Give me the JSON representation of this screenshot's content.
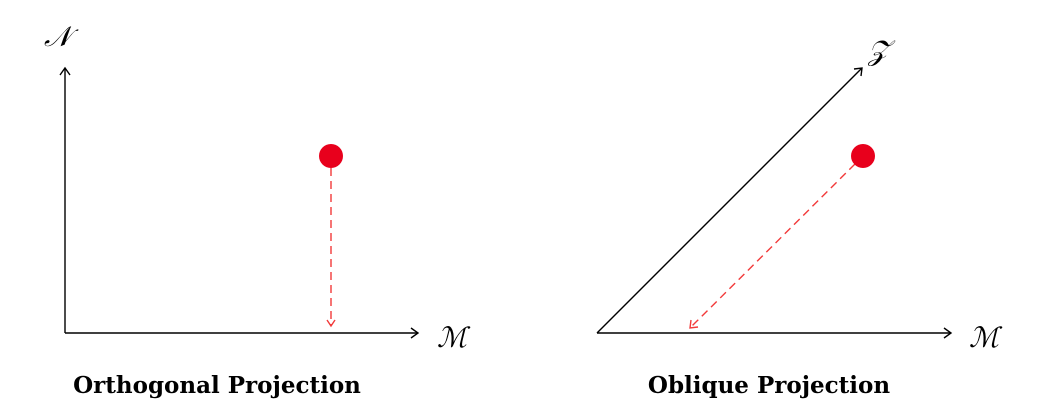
{
  "panels": {
    "orthogonal": {
      "caption": "Orthogonal Projection",
      "vertical_axis_label": "𝒩",
      "horizontal_axis_label": "ℳ"
    },
    "oblique": {
      "caption": "Oblique Projection",
      "slanted_axis_label": "𝒵",
      "horizontal_axis_label": "ℳ"
    }
  },
  "colors": {
    "axis": "#000000",
    "point": "#e8001c",
    "projection_line": "#f23a3a"
  }
}
